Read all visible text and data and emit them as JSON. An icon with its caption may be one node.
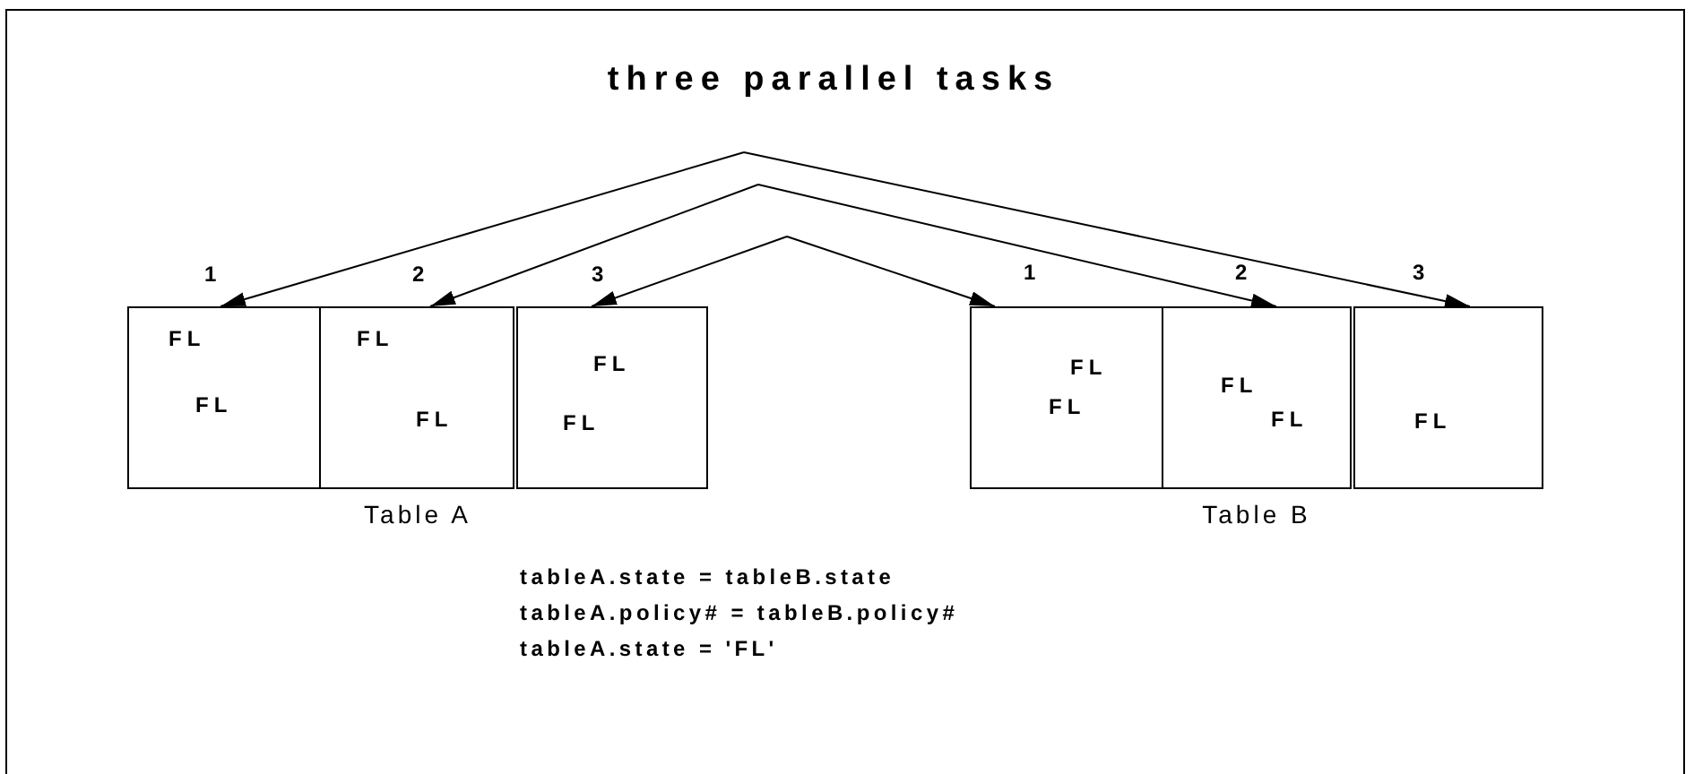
{
  "diagram": {
    "title": "three parallel tasks",
    "nodes": [
      {
        "text": [
          "Table A"
        ]
      },
      {
        "text": [
          "FL",
          "FL"
        ],
        "in": 0
      },
      {
        "text": [
          "FL",
          "FL"
        ],
        "in": 0
      },
      {
        "text": [
          "FL",
          "FL"
        ],
        "in": 0
      },
      {
        "text": [
          "Table B"
        ]
      },
      {
        "text": [
          "FL",
          "FL"
        ],
        "in": 4
      },
      {
        "text": [
          "FL",
          "FL"
        ],
        "in": 4
      },
      {
        "text": [
          "FL"
        ],
        "in": 4
      }
    ],
    "edges": [
      {
        "from": null,
        "to": 1,
        "arrow": "to",
        "label": "1"
      },
      {
        "from": null,
        "to": 2,
        "arrow": "to",
        "label": "2"
      },
      {
        "from": null,
        "to": 3,
        "arrow": "to",
        "label": "3"
      },
      {
        "from": null,
        "to": 5,
        "arrow": "to",
        "label": "1"
      },
      {
        "from": null,
        "to": 6,
        "arrow": "to",
        "label": "2"
      },
      {
        "from": null,
        "to": 7,
        "arrow": "to",
        "label": "3"
      }
    ],
    "labels": [
      "tableA.state = tableB.state",
      "tableA.policy# = tableB.policy#",
      "tableA.state = 'FL'"
    ]
  }
}
